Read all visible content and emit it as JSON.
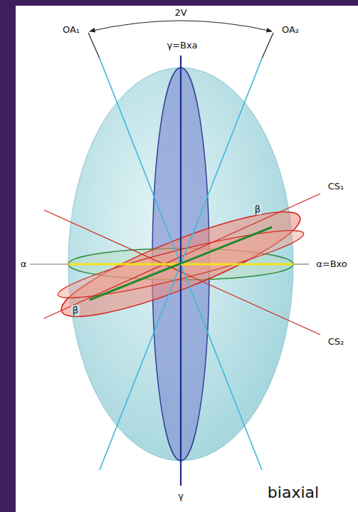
{
  "diagram": {
    "labels": [
      "2V",
      "OA₁",
      "OA₂",
      "γ=Bxa",
      "CS₁",
      "β",
      "β",
      "α",
      "α=Bxo",
      "CS₂",
      "γ",
      "biaxial"
    ]
  }
}
